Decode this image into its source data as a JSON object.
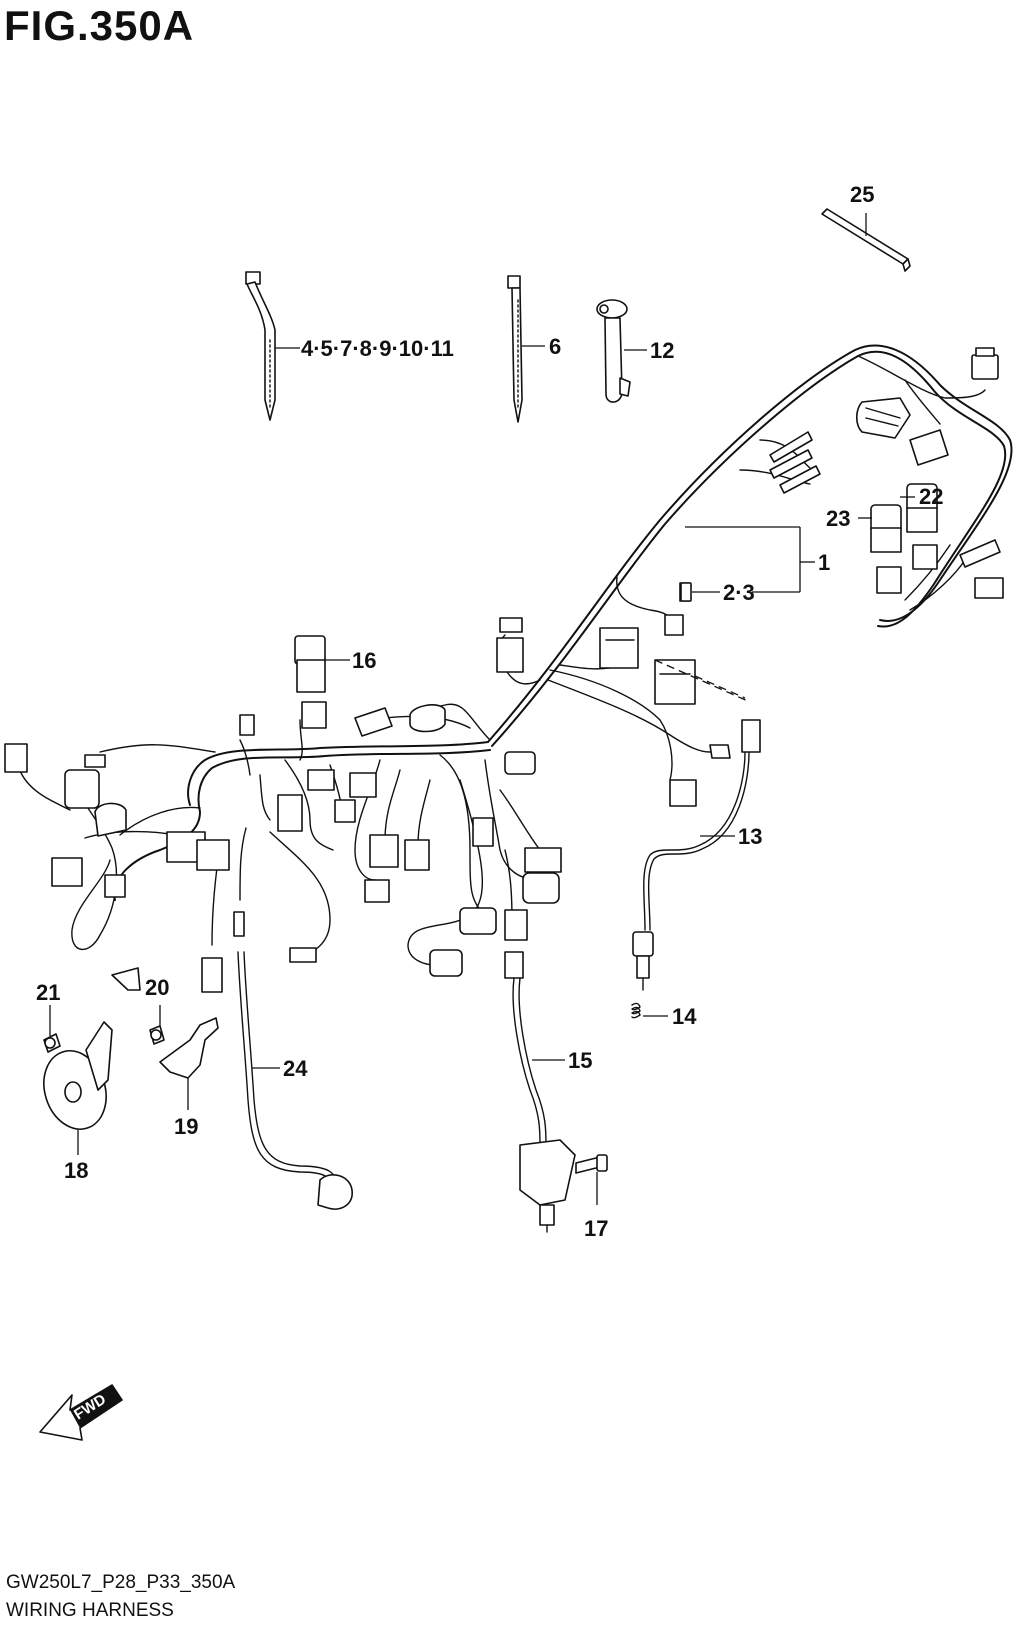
{
  "figure": {
    "title": "FIG.350A",
    "code": "GW250L7_P28_P33_350A",
    "name": "WIRING HARNESS",
    "direction_label": "FWD"
  },
  "callouts": [
    {
      "id": "c1",
      "label": "1"
    },
    {
      "id": "c2",
      "label": "2·3"
    },
    {
      "id": "c4",
      "label": "4·5·7·8·9·10·11"
    },
    {
      "id": "c6",
      "label": "6"
    },
    {
      "id": "c12",
      "label": "12"
    },
    {
      "id": "c13",
      "label": "13"
    },
    {
      "id": "c14",
      "label": "14"
    },
    {
      "id": "c15",
      "label": "15"
    },
    {
      "id": "c16",
      "label": "16"
    },
    {
      "id": "c17",
      "label": "17"
    },
    {
      "id": "c18",
      "label": "18"
    },
    {
      "id": "c19",
      "label": "19"
    },
    {
      "id": "c20",
      "label": "20"
    },
    {
      "id": "c21",
      "label": "21"
    },
    {
      "id": "c22",
      "label": "22"
    },
    {
      "id": "c23",
      "label": "23"
    },
    {
      "id": "c24",
      "label": "24"
    },
    {
      "id": "c25",
      "label": "25"
    }
  ],
  "icons": {
    "fwd": "fwd-arrow-icon",
    "horn": "horn-icon",
    "tie": "cable-tie-icon",
    "clamp": "clamp-icon",
    "sensor": "sensor-icon",
    "connector": "connector-icon"
  }
}
